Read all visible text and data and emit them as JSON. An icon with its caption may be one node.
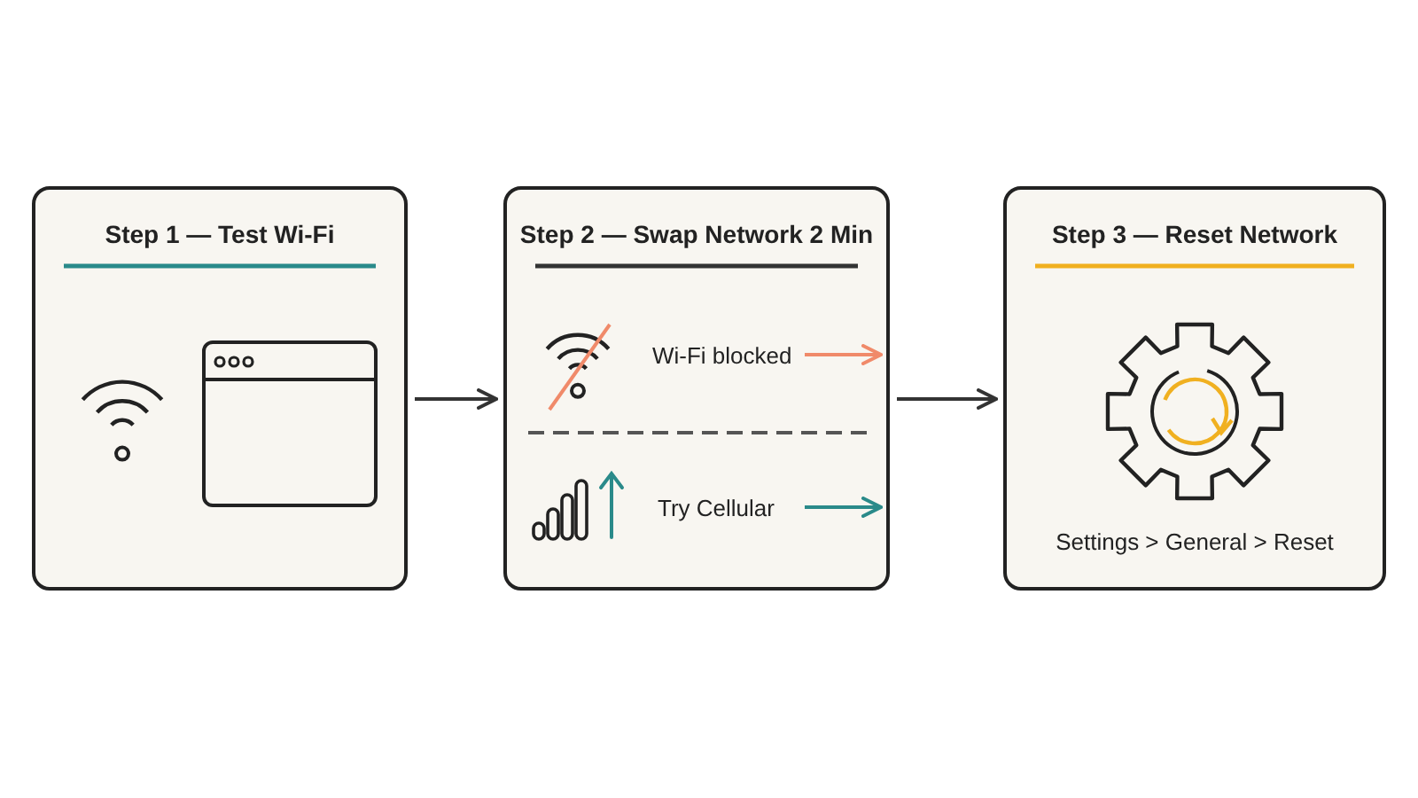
{
  "diagram": {
    "nodes": [
      {
        "text": [
          "Step 1 — Test Wi-Fi"
        ]
      },
      {
        "text": [
          "Step 2 — Swap Network 2 Min",
          "Wi-Fi blocked",
          "Try Cellular"
        ]
      },
      {
        "text": [
          "Step 3 — Reset Network",
          "Settings > General > Reset"
        ]
      }
    ],
    "edges": [
      {
        "from": 0,
        "to": 1,
        "arrow": "to"
      },
      {
        "from": 1,
        "to": 2,
        "arrow": "to"
      }
    ]
  }
}
